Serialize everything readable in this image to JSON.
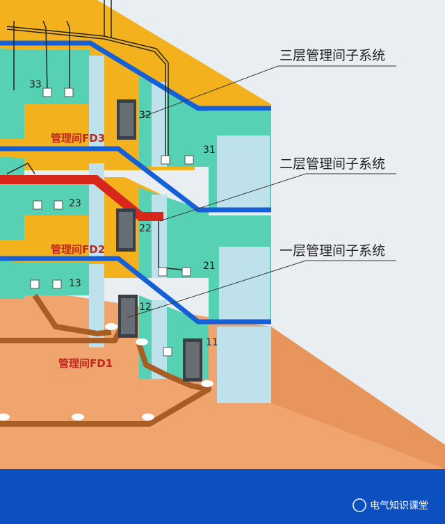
{
  "callouts": [
    {
      "text": "三层管理间子系统"
    },
    {
      "text": "二层管理间子系统"
    },
    {
      "text": "一层管理间子系统"
    }
  ],
  "fd_labels": [
    "管理间FD3",
    "管理间FD2",
    "管理间FD1"
  ],
  "room_numbers": [
    "33",
    "32",
    "31",
    "23",
    "22",
    "21",
    "13",
    "12",
    "11"
  ],
  "watermark": "电气知识课堂",
  "colors": {
    "sky": "#e9eef3",
    "floor_yellow": "#f3b21d",
    "slab_blue": "#1560d6",
    "wall_green": "#56d1b3",
    "wall_light": "#bfe1eb",
    "ground": "#f1a56e",
    "cable_red": "#d8261a",
    "cable_brown": "#a85d24",
    "water": "#0c4fc0"
  }
}
